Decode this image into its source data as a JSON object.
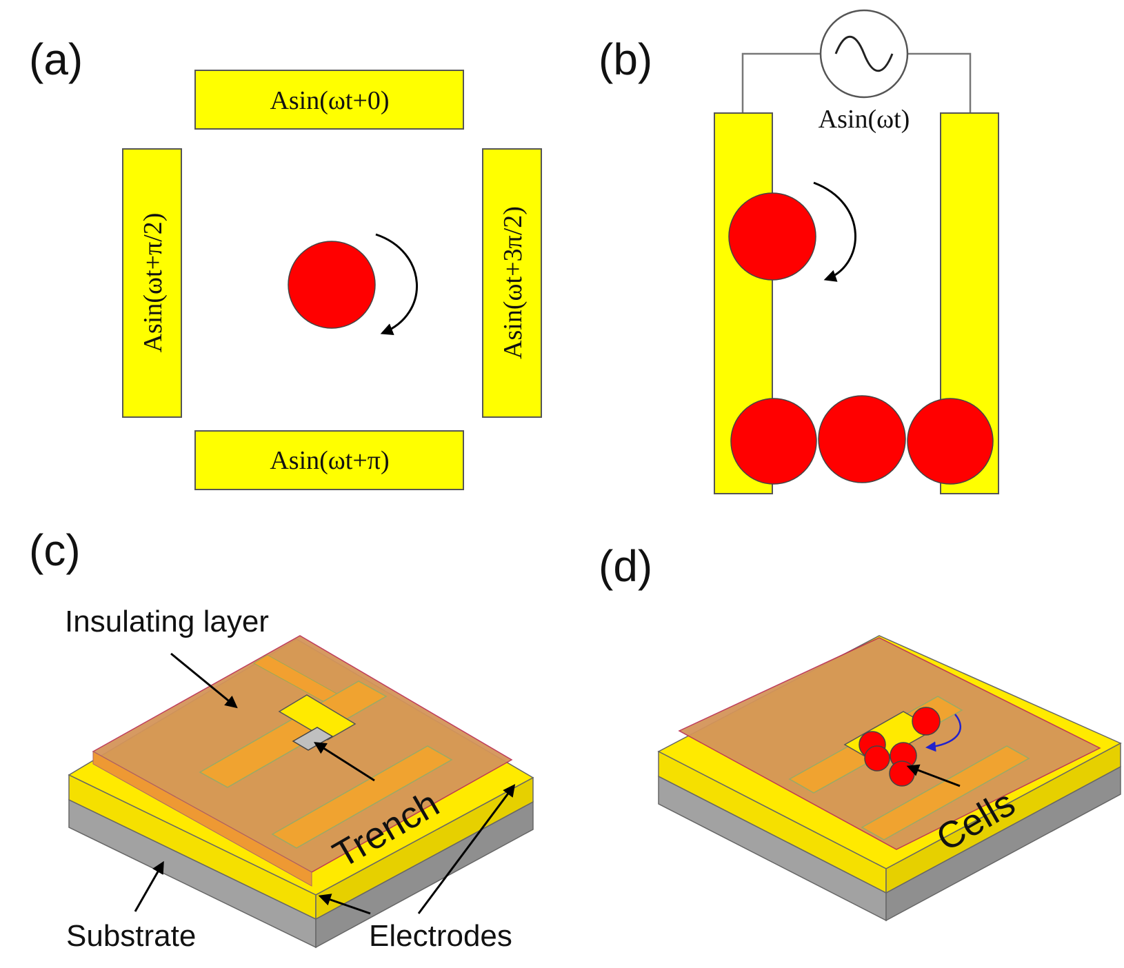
{
  "panels": {
    "a": {
      "label": "(a)",
      "electrodes": {
        "top": "Asin(ωt+0)",
        "left": "Asin(ωt+π/2)",
        "right": "Asin(ωt+3π/2)",
        "bottom": "Asin(ωt+π)"
      }
    },
    "b": {
      "label": "(b)",
      "source": "Asin(ωt)"
    },
    "c": {
      "label": "(c)",
      "annotations": {
        "insulating_layer": "Insulating layer",
        "trench": "Trench",
        "substrate": "Substrate",
        "electrodes": "Electrodes"
      }
    },
    "d": {
      "label": "(d)",
      "annotations": {
        "cells": "Cells"
      }
    }
  },
  "colors": {
    "electrode": "#ffff00",
    "cell": "#ff0000",
    "insulating_layer": "#d99a55",
    "substrate": "#a6a6a6",
    "rotation_arrow_d": "#2222cc"
  }
}
